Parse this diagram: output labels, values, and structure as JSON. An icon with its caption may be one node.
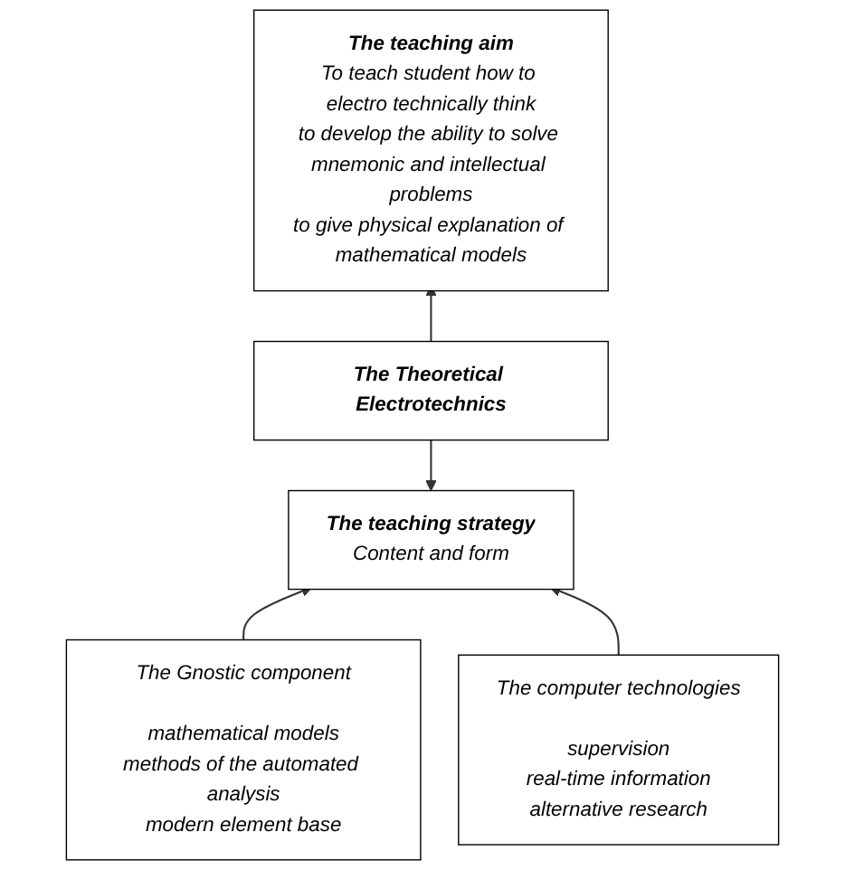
{
  "diagram": {
    "nodes": [
      {
        "text": [
          "The teaching aim",
          "To teach student how to electro technically think",
          "to develop the ability to solve mnemonic and intellectual problems",
          "to give physical explanation of mathematical models"
        ]
      },
      {
        "text": [
          "The Theoretical Electrotechnics"
        ]
      },
      {
        "text": [
          "The teaching strategy",
          "Content and form"
        ]
      },
      {
        "text": [
          "The Gnostic component",
          "mathematical models",
          "methods of the automated analysis",
          "modern element base"
        ]
      },
      {
        "text": [
          "The computer technologies",
          "supervision",
          "real-time information",
          "alternative research"
        ]
      }
    ],
    "edges": [
      {
        "from": 1,
        "to": 0,
        "arrow": "to"
      },
      {
        "from": 1,
        "to": 2,
        "arrow": "to"
      },
      {
        "from": 3,
        "to": 2,
        "arrow": "to"
      },
      {
        "from": 4,
        "to": 2,
        "arrow": "to"
      }
    ]
  }
}
